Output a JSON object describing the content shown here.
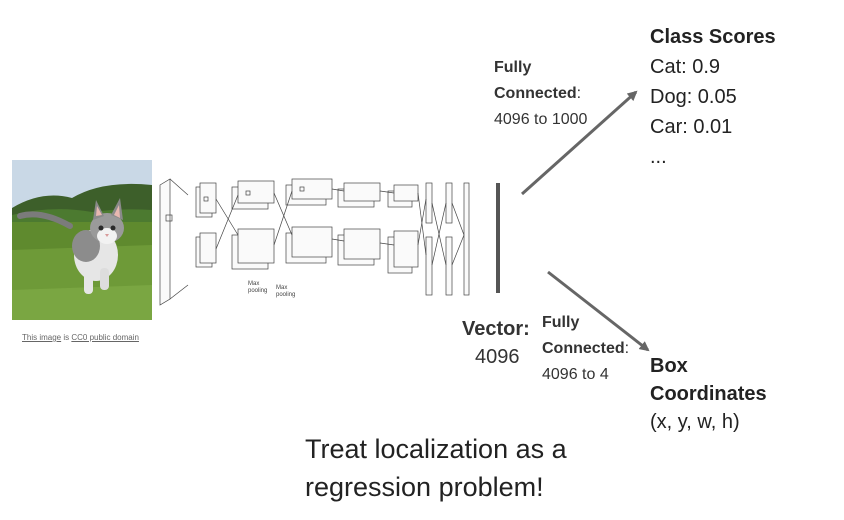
{
  "image_credit": {
    "link1": "This image",
    "middle": " is ",
    "link2": "CC0 public domain"
  },
  "net_labels": {
    "pool1": "Max pooling",
    "pool2": "Max pooling"
  },
  "vector": {
    "label": "Vector:",
    "dim": "4096"
  },
  "fc_top": {
    "line1": "Fully",
    "line2": "Connected",
    "colon": ":",
    "line3": "4096 to 1000"
  },
  "fc_bottom": {
    "line1": "Fully",
    "line2": "Connected",
    "colon": ":",
    "line3": "4096 to 4"
  },
  "class_scores": {
    "title": "Class Scores",
    "items": [
      "Cat: 0.9",
      "Dog: 0.05",
      "Car: 0.01",
      "..."
    ]
  },
  "box_coords": {
    "title_line1": "Box",
    "title_line2": "Coordinates",
    "value": "(x, y, w, h)"
  },
  "caption": {
    "line1": "Treat localization as a",
    "line2": "regression problem!"
  },
  "colors": {
    "arrow": "#666666",
    "bar": "#555555",
    "sky": "#c9d8e6",
    "grass": "#5f8a2e"
  }
}
